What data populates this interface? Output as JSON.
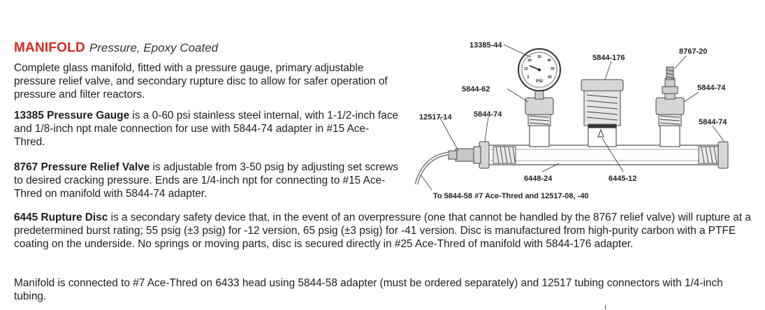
{
  "heading": {
    "title": "MANIFOLD",
    "subtitle": "Pressure, Epoxy Coated"
  },
  "intro": "Complete glass manifold, fitted with a pressure gauge, primary adjustable pressure relief valve, and secondary rupture disc to allow for safer operation of pressure and filter reactors.",
  "gauge": {
    "lead": "13385 Pressure Gauge",
    "text": " is a 0-60 psi stainless steel internal, with 1-1/2-inch face and 1/8-inch npt male connection for use with 5844-74 adapter in #15 Ace-Thred."
  },
  "valve": {
    "lead": "8767 Pressure Relief Valve",
    "text": " is adjustable from 3-50 psig by adjusting set screws to desired cracking pressure. Ends are 1/4-inch npt for connecting to #15 Ace-Thred on manifold with 5844-74 adapter."
  },
  "disc": {
    "lead": "6445 Rupture Disc",
    "text": " is a secondary safety device that, in the event of an overpressure (one that cannot be handled by the 8767 relief valve) will rupture at a predetermined burst rating; 55 psig (±3 psig) for -12 version, 65 psig (±3 psig) for -41 version. Disc is manufactured from high-purity carbon with a PTFE coating on the underside. No springs or moving parts, disc is secured directly in #25 Ace-Thred of manifold with 5844-176 adapter."
  },
  "connection": "Manifold is connected to #7 Ace-Thred on 6433 head using 5844-58 adapter (must be ordered separately) and 12517 tubing connectors with 1/4-inch tubing.",
  "diagram": {
    "labels": {
      "gauge": "13385-44",
      "valve": "8767-20",
      "disc_adapter": "5844-176",
      "gauge_adapter": "5844-62",
      "valve_adapter": "5844-74",
      "left_adapter": "5844-74",
      "right_adapter": "5844-74",
      "tubing_connector": "12517-14",
      "manifold_body": "6448-24",
      "rupture_disc": "6445-12",
      "connection_note": "To 5844-58 #7 Ace-Thred and 12517-08, -40"
    },
    "gauge_face": {
      "unit": "PSI",
      "scale": [
        "0",
        "10",
        "20",
        "30",
        "40",
        "50",
        "60"
      ]
    }
  }
}
